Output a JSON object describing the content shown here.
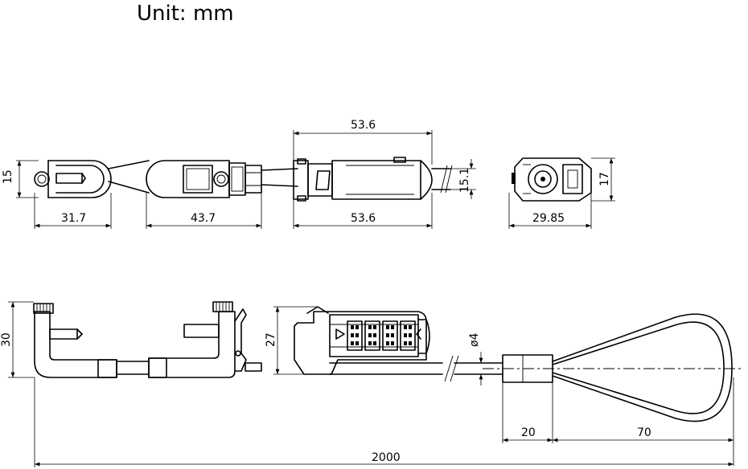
{
  "unit_label": "Unit:  mm",
  "dimensions": {
    "top_height_left": "15",
    "top_width_1": "31.7",
    "top_width_2": "43.7",
    "top_width_3_upper": "53.6",
    "top_width_3_lower": "53.6",
    "top_height_lock": "15.1",
    "end_view_width": "29.85",
    "end_view_height": "17",
    "side_height_left": "30",
    "side_height_lock": "27",
    "cable_diameter": "ø4",
    "loop_sleeve": "20",
    "loop_length": "70",
    "total_length": "2000"
  },
  "colors": {
    "line": "#000000",
    "background": "#ffffff"
  }
}
